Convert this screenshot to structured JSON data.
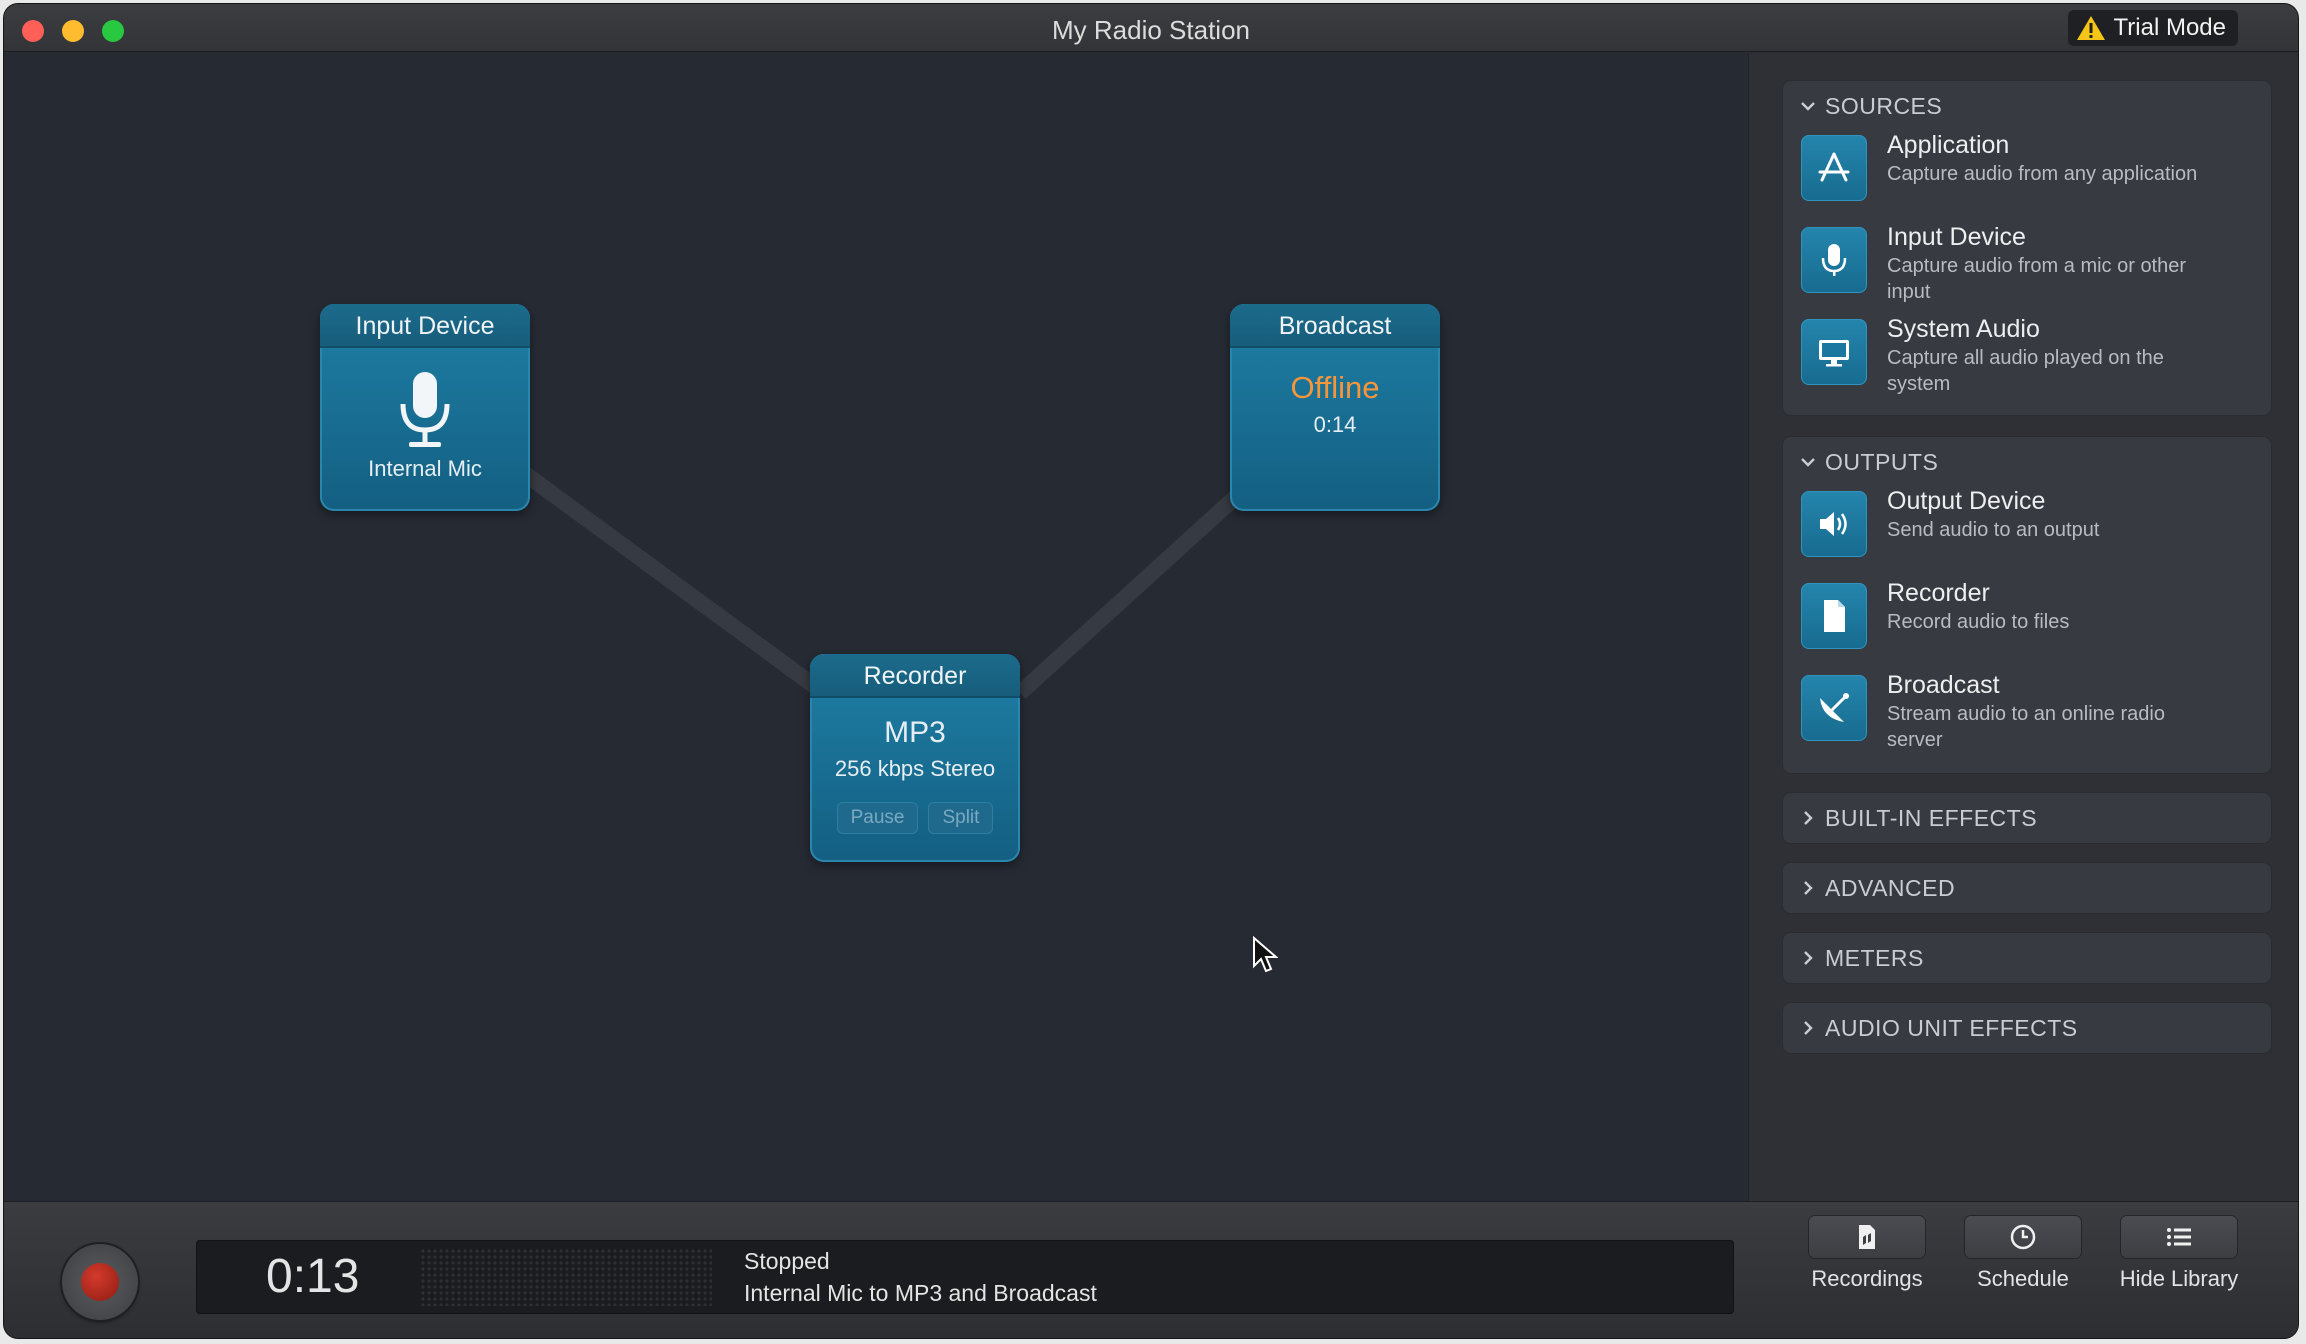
{
  "window": {
    "title": "My Radio Station",
    "trial_label": "Trial Mode"
  },
  "canvas": {
    "input_node": {
      "title": "Input Device",
      "label": "Internal Mic"
    },
    "broadcast_node": {
      "title": "Broadcast",
      "status": "Offline",
      "time": "0:14"
    },
    "recorder_node": {
      "title": "Recorder",
      "format": "MP3",
      "quality": "256 kbps Stereo",
      "pause_label": "Pause",
      "split_label": "Split"
    }
  },
  "library": {
    "sources": {
      "title": "SOURCES",
      "items": [
        {
          "title": "Application",
          "desc": "Capture audio from any application",
          "icon": "app-store-icon"
        },
        {
          "title": "Input Device",
          "desc": "Capture audio from a mic or other input",
          "icon": "microphone-icon"
        },
        {
          "title": "System Audio",
          "desc": "Capture all audio played on the system",
          "icon": "monitor-icon"
        }
      ]
    },
    "outputs": {
      "title": "OUTPUTS",
      "items": [
        {
          "title": "Output Device",
          "desc": "Send audio to an output",
          "icon": "speaker-icon"
        },
        {
          "title": "Recorder",
          "desc": "Record audio to files",
          "icon": "document-icon"
        },
        {
          "title": "Broadcast",
          "desc": "Stream audio to an online radio server",
          "icon": "satellite-dish-icon"
        }
      ]
    },
    "collapsed_sections": [
      "BUILT-IN EFFECTS",
      "ADVANCED",
      "METERS",
      "AUDIO UNIT EFFECTS"
    ]
  },
  "bottom": {
    "clock": "0:13",
    "status": "Stopped",
    "route": "Internal Mic to MP3 and Broadcast",
    "recordings_label": "Recordings",
    "schedule_label": "Schedule",
    "hide_library_label": "Hide Library"
  },
  "colors": {
    "accent": "#1a76a0",
    "offline": "#f7953a",
    "record": "#c0392b"
  }
}
